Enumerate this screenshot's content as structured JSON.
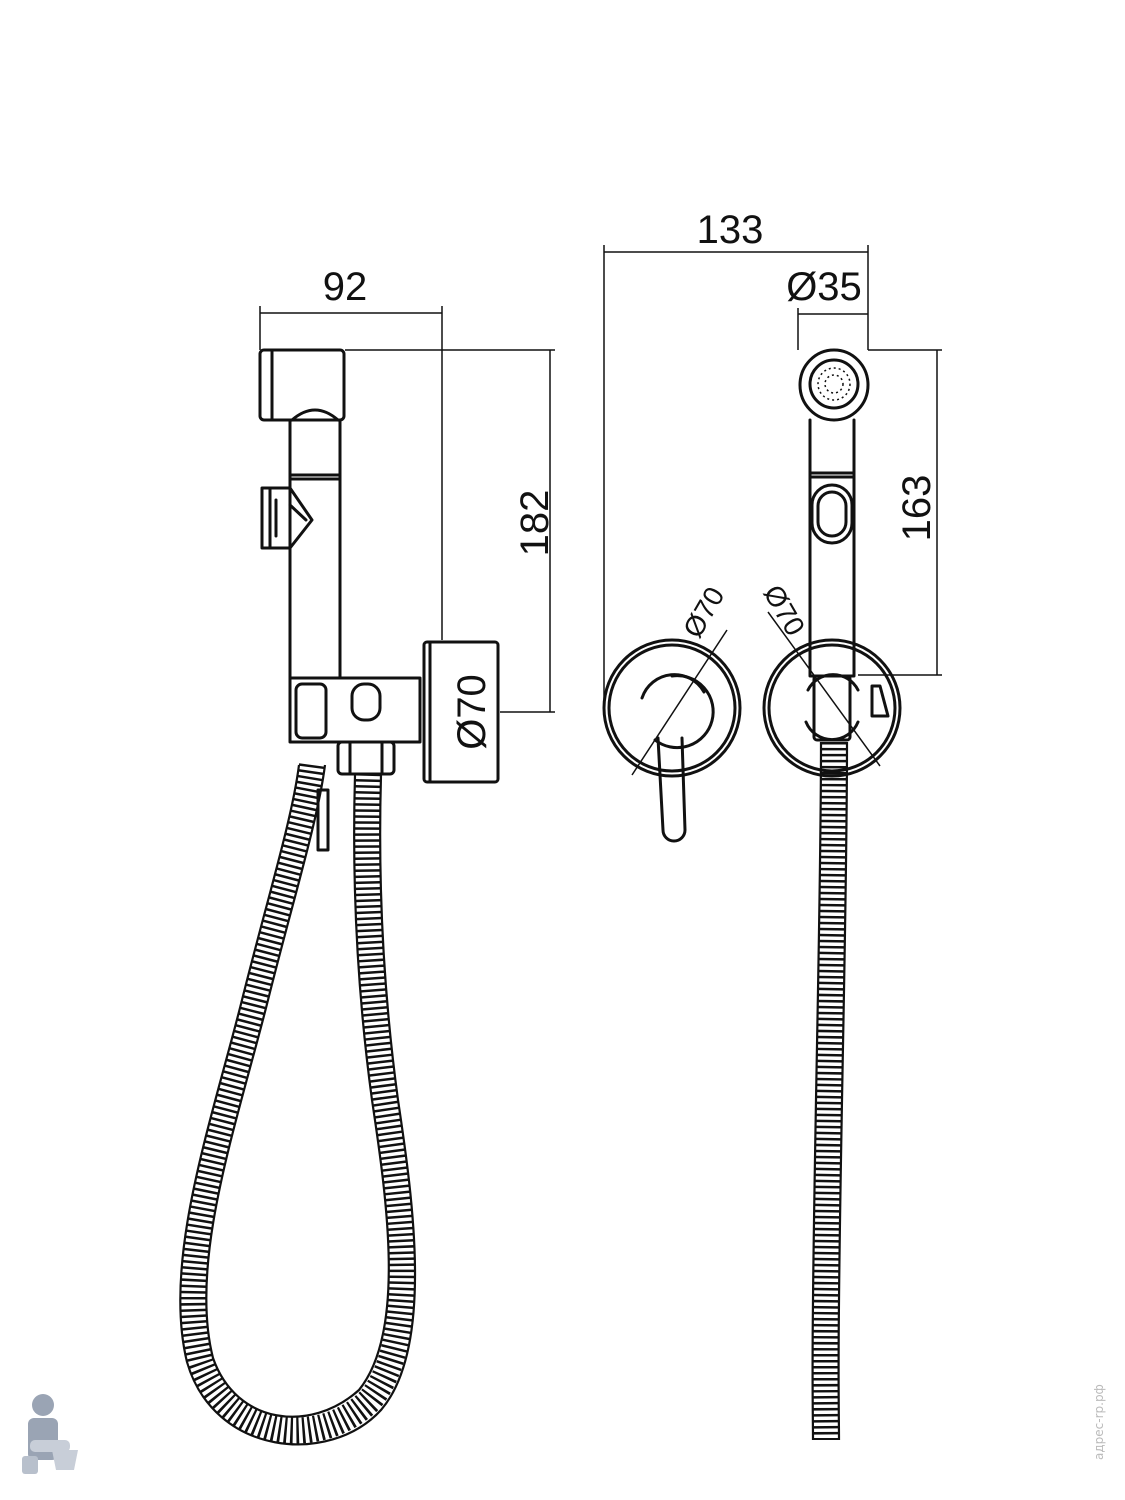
{
  "dimensions": {
    "side_width": "92",
    "side_height": "182",
    "side_flange_diameter": "Ø70",
    "front_width": "133",
    "front_head_diameter": "Ø35",
    "front_height": "163",
    "front_valve_diameter": "Ø70",
    "front_holder_diameter": "Ø70"
  },
  "watermark": "адрес-rp.рф",
  "colors": {
    "line": "#111111",
    "background": "#ffffff"
  }
}
